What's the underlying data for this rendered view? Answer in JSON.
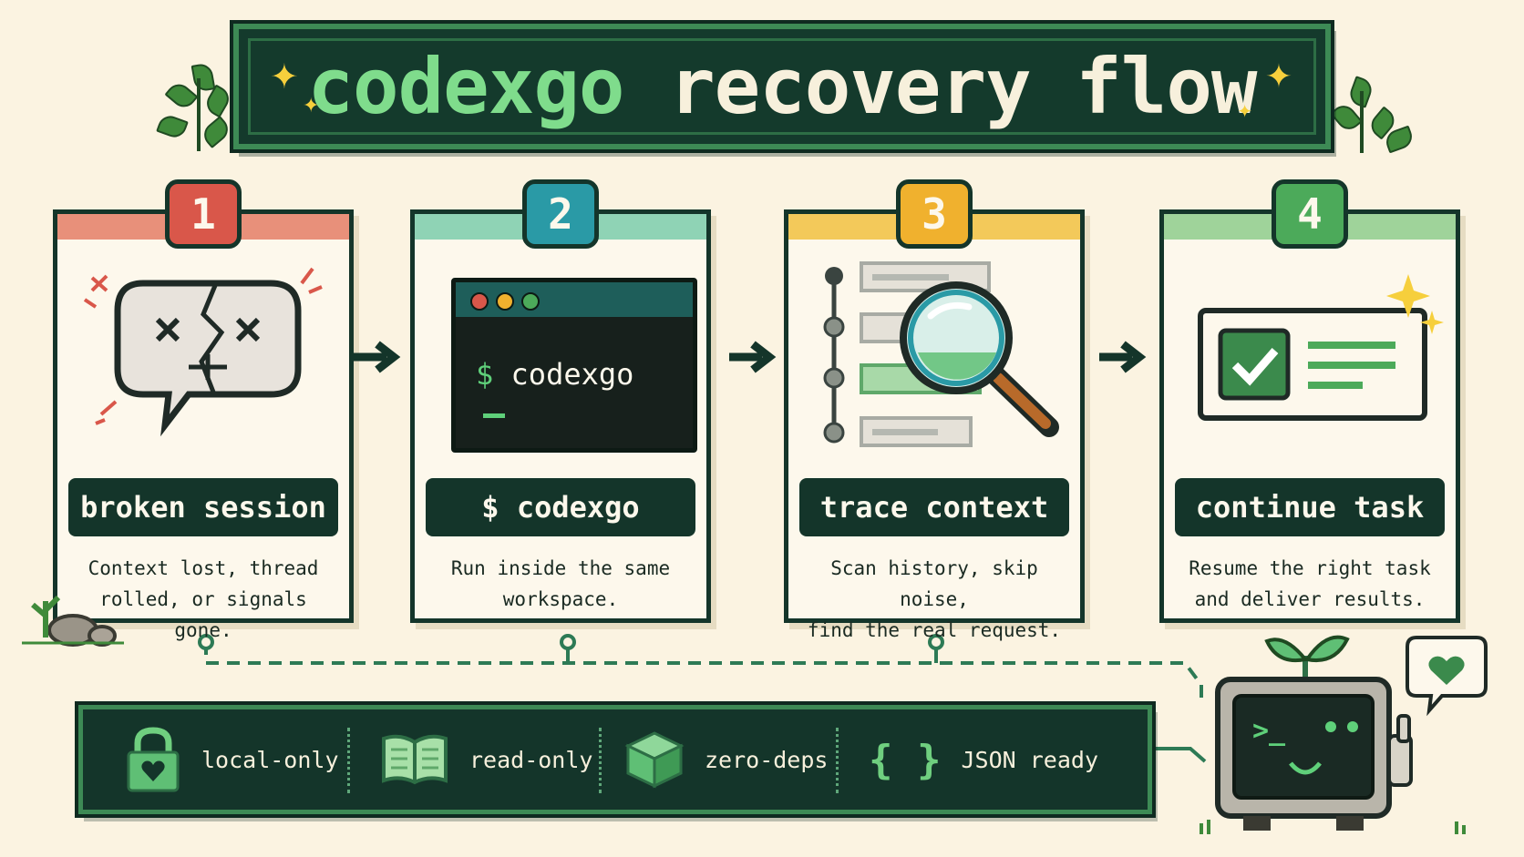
{
  "title": {
    "part1": "codexgo",
    "part2": "recovery flow"
  },
  "steps": [
    {
      "number": "1",
      "label": "broken session",
      "desc_line1": "Context lost, thread",
      "desc_line2": "rolled, or signals gone.",
      "color": "#d9574a",
      "top_color": "#e8907a",
      "icon": "broken-speech-bubble-icon"
    },
    {
      "number": "2",
      "label": "$ codexgo",
      "desc_line1": "Run inside the same",
      "desc_line2": "workspace.",
      "color": "#2a9aa6",
      "top_color": "#8fd3b5",
      "icon": "terminal-icon"
    },
    {
      "number": "3",
      "label": "trace context",
      "desc_line1": "Scan history, skip noise,",
      "desc_line2": "find the real request.",
      "color": "#f0b12e",
      "top_color": "#f3c95a",
      "icon": "magnifier-icon"
    },
    {
      "number": "4",
      "label": "continue task",
      "desc_line1": "Resume the right task",
      "desc_line2": "and deliver results.",
      "color": "#4caa5a",
      "top_color": "#9fd39a",
      "icon": "checklist-icon"
    }
  ],
  "terminal": {
    "prompt": "$",
    "command": "codexgo"
  },
  "features": [
    {
      "label": "local-only",
      "icon": "lock-heart-icon"
    },
    {
      "label": "read-only",
      "icon": "open-book-icon"
    },
    {
      "label": "zero-deps",
      "icon": "cube-icon"
    },
    {
      "label": "JSON ready",
      "icon": "braces-icon",
      "glyph": "{ }"
    }
  ],
  "mascot": {
    "screen_text": ">_",
    "icon": "robot-mascot-icon"
  },
  "colors": {
    "dark": "#14352a",
    "accent": "#3d8a55",
    "bg": "#fbf3e1"
  }
}
